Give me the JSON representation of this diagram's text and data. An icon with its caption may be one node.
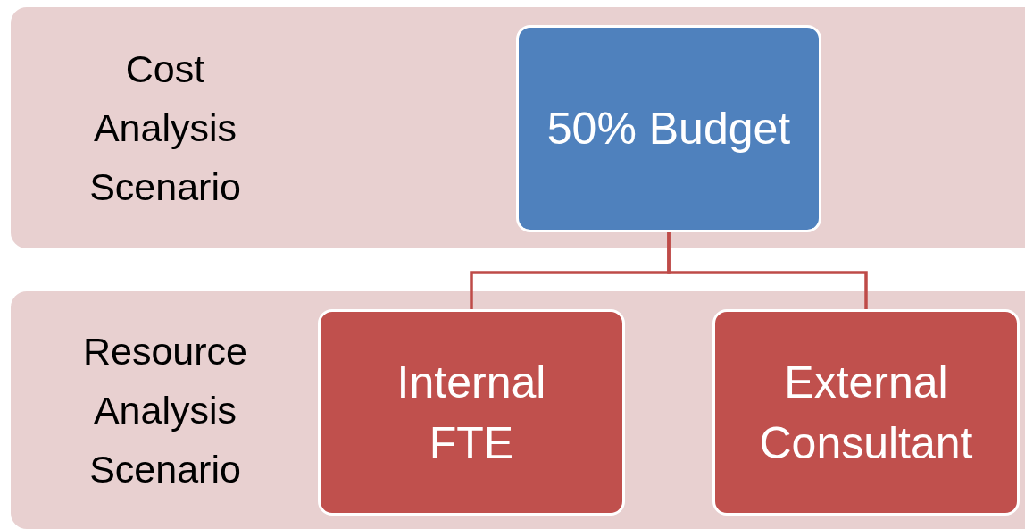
{
  "diagram": {
    "nodes": [
      {
        "text": [
          "Cost Analysis Scenario"
        ]
      },
      {
        "text": [
          "50% Budget"
        ],
        "in": 0
      },
      {
        "text": [
          "Resource Analysis Scenario"
        ]
      },
      {
        "text": [
          "Internal FTE"
        ],
        "in": 2
      },
      {
        "text": [
          "External Consultant"
        ],
        "in": 2
      }
    ],
    "edges": [
      {
        "from": 1,
        "to": 3,
        "arrow": "none"
      },
      {
        "from": 1,
        "to": 4,
        "arrow": "none"
      }
    ]
  }
}
